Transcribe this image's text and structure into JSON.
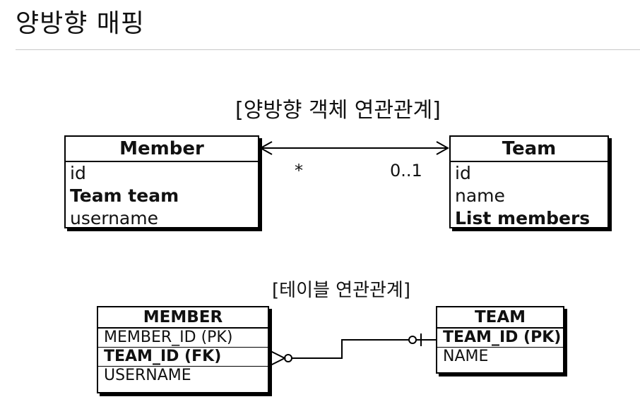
{
  "title": "양방향 매핑",
  "object_diagram": {
    "title": "[양방향 객체 연관관계]",
    "member": {
      "name": "Member",
      "fields": [
        "id",
        "Team team",
        "username"
      ]
    },
    "team": {
      "name": "Team",
      "fields": [
        "id",
        "name",
        "List members"
      ]
    },
    "multiplicity_member": "*",
    "multiplicity_team": "0..1"
  },
  "table_diagram": {
    "title": "[테이블 연관관계]",
    "member": {
      "name": "MEMBER",
      "columns": [
        "MEMBER_ID (PK)",
        "TEAM_ID (FK)",
        "USERNAME"
      ]
    },
    "team": {
      "name": "TEAM",
      "columns": [
        "TEAM_ID (PK)",
        "NAME"
      ]
    }
  }
}
